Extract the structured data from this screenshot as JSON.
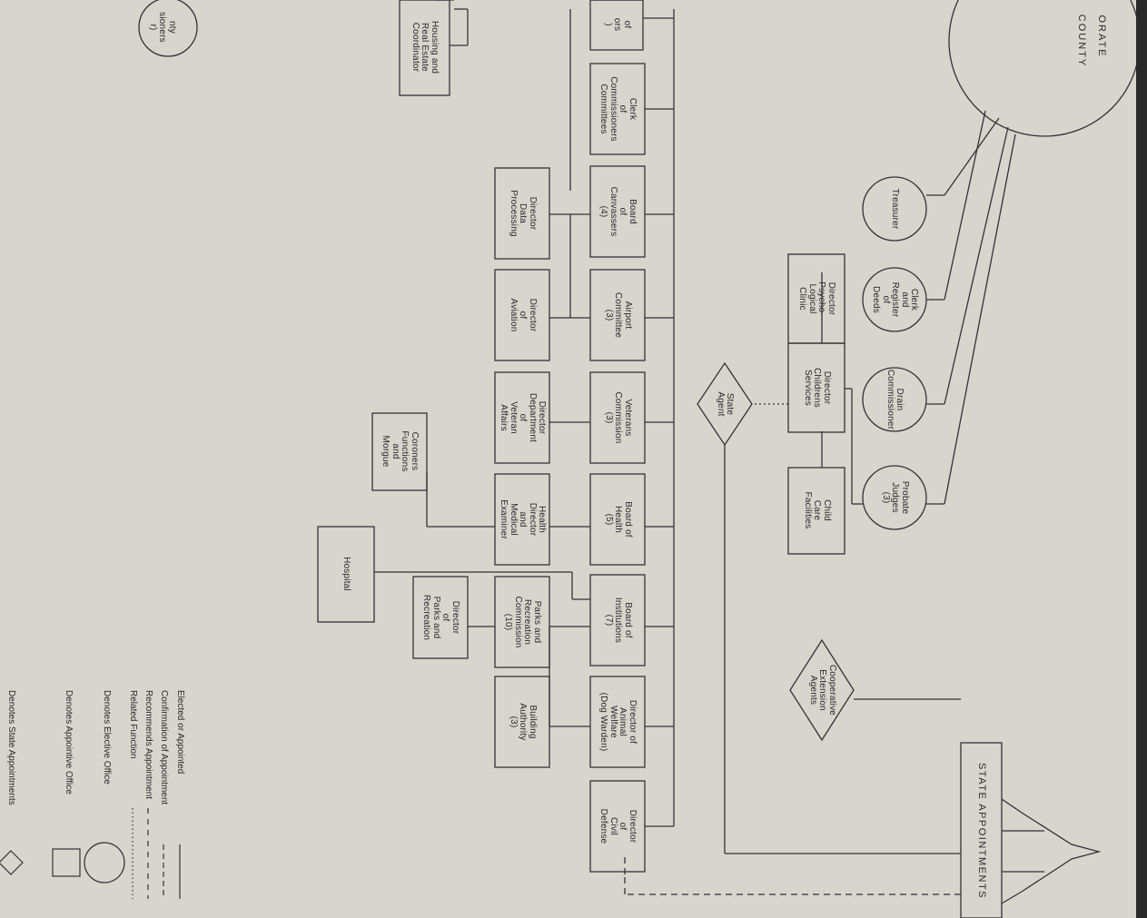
{
  "diagram": {
    "header": {
      "county_line_1": "ORATE",
      "county_line_2": "COUNTY",
      "state_appointments": "STATE APPOINTMENTS"
    },
    "elected": [
      {
        "id": "treasurer",
        "lines": [
          "Treasurer"
        ]
      },
      {
        "id": "clerk",
        "lines": [
          "Clerk",
          "and",
          "Register",
          "of",
          "Deeds"
        ]
      },
      {
        "id": "drain",
        "lines": [
          "Drain",
          "Commissioner"
        ]
      },
      {
        "id": "probate",
        "lines": [
          "Probate",
          "Judges",
          "(3)"
        ]
      },
      {
        "id": "county-comm",
        "lines": [
          "nty",
          "sioners",
          "r)"
        ]
      }
    ],
    "state_agents": [
      {
        "id": "state-agent",
        "lines": [
          "State",
          "Agent"
        ]
      },
      {
        "id": "coop-ext",
        "lines": [
          "Cooperative",
          "Extension",
          "Agents"
        ]
      }
    ],
    "children_row": [
      {
        "id": "psych-clinic",
        "lines": [
          "Director",
          "Psycho-",
          "Logical",
          "Clinic"
        ]
      },
      {
        "id": "childrens-services",
        "lines": [
          "Director",
          "Childrens",
          "Services"
        ]
      },
      {
        "id": "child-care",
        "lines": [
          "Child",
          "Care",
          "Facilities"
        ]
      }
    ],
    "left_boxes": [
      {
        "id": "housing",
        "lines": [
          "Housing and",
          "Real Estate",
          "Coordinator"
        ]
      },
      {
        "id": "board-of-ors",
        "lines": [
          "of",
          "ors",
          ")"
        ]
      }
    ],
    "committees": [
      {
        "id": "clerk-comm",
        "lines": [
          "Clerk",
          "of",
          "Commissioners",
          "Committees"
        ]
      },
      {
        "id": "canvassers",
        "lines": [
          "Board",
          "of",
          "Canvassers",
          "(4)"
        ]
      },
      {
        "id": "airport",
        "lines": [
          "Airport",
          "Committee",
          "(3)"
        ]
      },
      {
        "id": "veterans-comm",
        "lines": [
          "Veterans",
          "Commission",
          "(3)"
        ]
      },
      {
        "id": "board-health",
        "lines": [
          "Board of",
          "Health",
          "(5)"
        ]
      },
      {
        "id": "board-inst",
        "lines": [
          "Board of",
          "Institutions",
          "(7)"
        ]
      },
      {
        "id": "animal",
        "lines": [
          "Director of",
          "Animal",
          "Welfare",
          "(Dog Warden)"
        ]
      },
      {
        "id": "civil-defense",
        "lines": [
          "Director",
          "of",
          "Civil",
          "Defense"
        ]
      }
    ],
    "directors": [
      {
        "id": "data-proc",
        "lines": [
          "Director",
          "Data",
          "Processing"
        ]
      },
      {
        "id": "aviation",
        "lines": [
          "Director",
          "of",
          "Aviation"
        ]
      },
      {
        "id": "veteran-affairs",
        "lines": [
          "Director",
          "Department",
          "of",
          "Veteran",
          "Affairs"
        ]
      },
      {
        "id": "health-dir",
        "lines": [
          "Health",
          "Director",
          "and",
          "Medical",
          "Examiner"
        ]
      },
      {
        "id": "parks-comm",
        "lines": [
          "Parks and",
          "Recreation",
          "Commission",
          "(10)"
        ]
      },
      {
        "id": "building",
        "lines": [
          "Building",
          "Authority",
          "(3)"
        ]
      }
    ],
    "lower": [
      {
        "id": "coroners",
        "lines": [
          "Coroners",
          "Functions",
          "and",
          "Morgue"
        ]
      },
      {
        "id": "parks-dir",
        "lines": [
          "Director",
          "of",
          "Parks and",
          "Recreation"
        ]
      },
      {
        "id": "hospital",
        "lines": [
          "Hospital"
        ]
      }
    ],
    "legend": {
      "lines": [
        {
          "text": "Elected or Appointed",
          "style": "solid"
        },
        {
          "text": "Confirmation of Appointment",
          "style": "dashed"
        },
        {
          "text": "Recommends Appointment",
          "style": "plus"
        },
        {
          "text": "Related Function",
          "style": "dotted"
        }
      ],
      "shapes": [
        {
          "text": "Denotes Elective Office",
          "shape": "circle"
        },
        {
          "text": "Denotes Appointive Office",
          "shape": "rectangle"
        },
        {
          "text": "Denotes State Appointments",
          "shape": "diamond"
        }
      ]
    }
  }
}
